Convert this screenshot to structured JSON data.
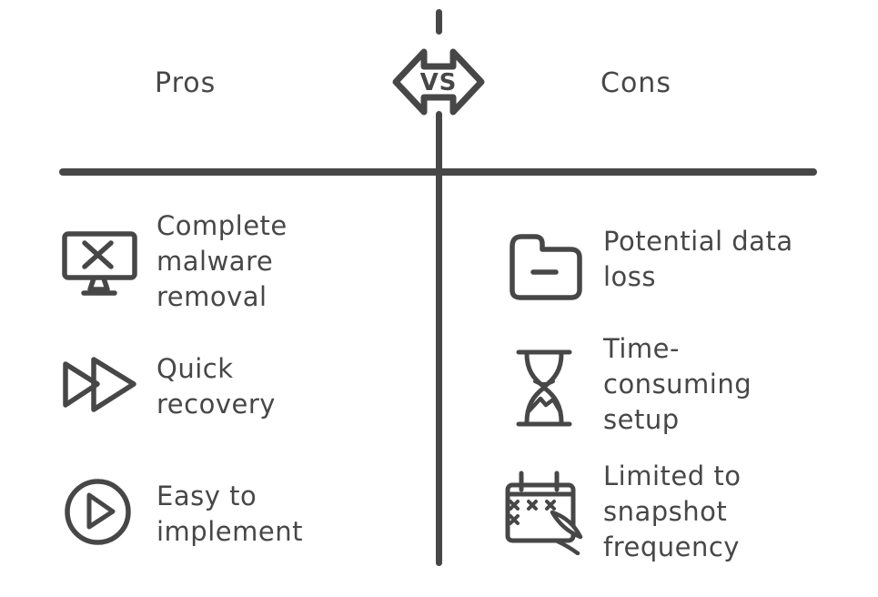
{
  "canvas": {
    "background": "#ffffff",
    "ink": "#474747",
    "title": "Pros vs Cons comparison"
  },
  "versus_badge": {
    "label": "VS",
    "icon": "vs-double-arrow-icon"
  },
  "columns": {
    "pros": {
      "title": "Pros",
      "items": [
        {
          "icon": "monitor-x-icon",
          "label": "Complete\nmalware\nremoval"
        },
        {
          "icon": "fast-forward-icon",
          "label": "Quick\nrecovery"
        },
        {
          "icon": "play-circle-icon",
          "label": "Easy to\nimplement"
        }
      ]
    },
    "cons": {
      "title": "Cons",
      "items": [
        {
          "icon": "folder-minus-icon",
          "label": "Potential data\nloss"
        },
        {
          "icon": "hourglass-icon",
          "label": "Time-\nconsuming\nsetup"
        },
        {
          "icon": "calendar-edit-icon",
          "label": "Limited to\nsnapshot\nfrequency"
        }
      ]
    }
  }
}
